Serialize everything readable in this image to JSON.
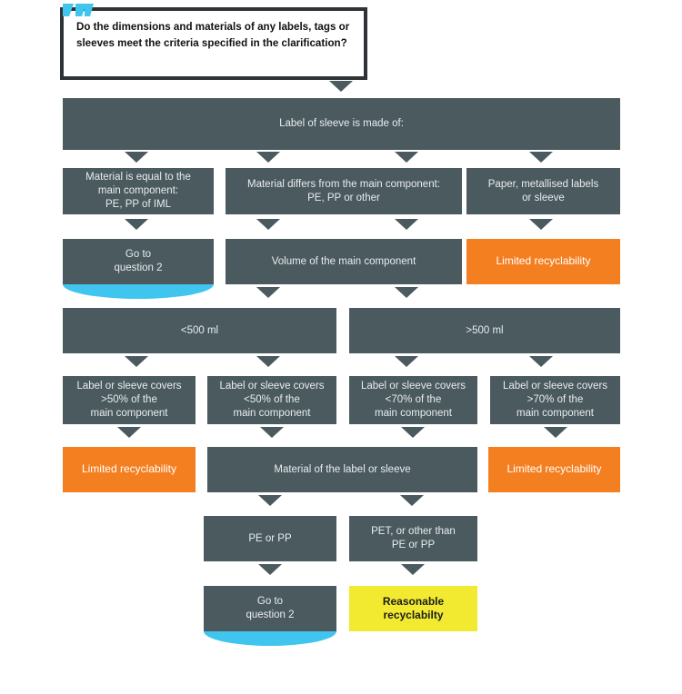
{
  "diagram": {
    "title_icon": "brand-chevrons-icon",
    "palette": {
      "dark": "#4a5a5f",
      "orange": "#f47f21",
      "yellow": "#f2ea31",
      "blue": "#40c6ee",
      "border": "#2f3336",
      "background": "#ffffff"
    },
    "question": {
      "text": "Do the dimensions and materials of any labels, tags or sleeves meet the criteria specified in the clarification?"
    },
    "nodes": [
      {
        "id": "label-made-of",
        "label": "Label of sleeve is made of:"
      },
      {
        "id": "material-equal",
        "label": "Material is equal to the\nmain component:\nPE, PP of IML"
      },
      {
        "id": "material-differs",
        "label": "Material differs from the main component:\nPE, PP or other"
      },
      {
        "id": "paper-metallised",
        "label": "Paper, metallised labels\nor sleeve"
      },
      {
        "id": "goto-q2-top",
        "label": "Go to\nquestion 2"
      },
      {
        "id": "volume-main",
        "label": "Volume of the main component"
      },
      {
        "id": "limited-top-right",
        "label": "Limited recyclability"
      },
      {
        "id": "under-500",
        "label": "<500 ml"
      },
      {
        "id": "over-500",
        "label": ">500 ml"
      },
      {
        "id": "covers-gt50",
        "label": "Label or sleeve covers\n>50% of the\nmain component"
      },
      {
        "id": "covers-lt50",
        "label": "Label or sleeve covers\n<50% of the\nmain component"
      },
      {
        "id": "covers-lt70",
        "label": "Label or sleeve covers\n<70% of the\nmain component"
      },
      {
        "id": "covers-gt70",
        "label": "Label or sleeve covers\n>70% of the\nmain component"
      },
      {
        "id": "limited-left",
        "label": "Limited recyclability"
      },
      {
        "id": "material-label-sleeve",
        "label": "Material of the label or sleeve"
      },
      {
        "id": "limited-right",
        "label": "Limited recyclability"
      },
      {
        "id": "pe-or-pp",
        "label": "PE or PP"
      },
      {
        "id": "pet-other",
        "label": "PET, or other than\nPE or PP"
      },
      {
        "id": "goto-q2-bottom",
        "label": "Go to\nquestion 2"
      },
      {
        "id": "reasonable",
        "label": "Reasonable\nrecyclabilty"
      }
    ]
  }
}
